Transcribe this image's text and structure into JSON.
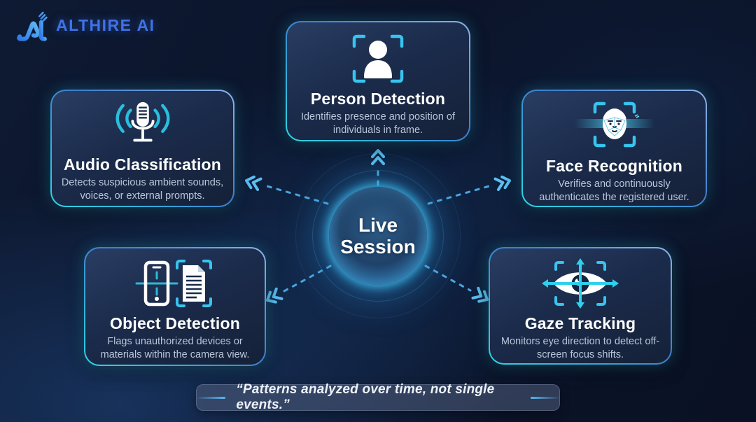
{
  "logo": {
    "text": "ALTHIRE AI",
    "icon": "althire-a-monogram-icon",
    "brand_color": "#3f72e8"
  },
  "center": {
    "line1": "Live",
    "line2": "Session"
  },
  "cards": [
    {
      "id": "person-detection",
      "icon": "person-in-frame-icon",
      "title": "Person Detection",
      "description": "Identifies presence and position of individuals in frame."
    },
    {
      "id": "audio-classification",
      "icon": "microphone-sound-waves-icon",
      "title": "Audio Classification",
      "description": "Detects suspicious ambient sounds, voices, or external prompts."
    },
    {
      "id": "face-recognition",
      "icon": "face-scan-icon",
      "title": "Face Recognition",
      "description": "Verifies and continuously authenticates the registered user."
    },
    {
      "id": "object-detection",
      "icon": "phone-and-document-icon",
      "title": "Object Detection",
      "description": "Flags unauthorized devices or materials within the camera view."
    },
    {
      "id": "gaze-tracking",
      "icon": "eye-crosshair-icon",
      "title": "Gaze Tracking",
      "description": "Monitors eye direction to detect off-screen focus shifts."
    }
  ],
  "footer": {
    "quote": "“Patterns analyzed over time, not single events.”"
  },
  "colors": {
    "background": "#0b142a",
    "card_border_cyan": "#2ed7e4",
    "card_border_blue": "#3e7ecf",
    "accent_cyan": "#37c4ee",
    "arrow_blue": "#4aa6de",
    "title_white": "#ffffff",
    "description_gray": "#b9c6da",
    "brand_blue": "#3f72e8"
  }
}
